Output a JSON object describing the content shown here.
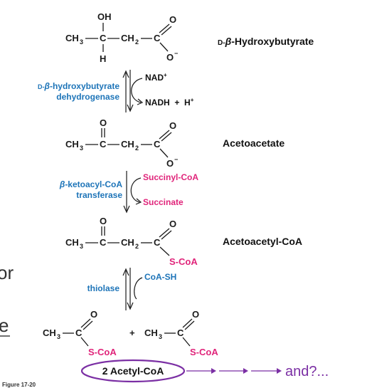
{
  "molecules": {
    "hydroxybutyrate": {
      "name_prefix": "D-",
      "name_beta": "β",
      "name_rest": "-Hydroxybutyrate",
      "ch3": "CH",
      "ch3_sub": "3",
      "ch2": "CH",
      "ch2_sub": "2",
      "c": "C",
      "oh": "OH",
      "h": "H",
      "o": "O",
      "o_minus": "O",
      "charge": "−"
    },
    "acetoacetate": {
      "name": "Acetoacetate",
      "ch3": "CH",
      "ch3_sub": "3",
      "ch2": "CH",
      "ch2_sub": "2",
      "c": "C",
      "o": "O",
      "o_minus": "O",
      "charge": "−"
    },
    "acetoacetyl_coa": {
      "name": "Acetoacetyl-CoA",
      "ch3": "CH",
      "ch3_sub": "3",
      "ch2": "CH",
      "ch2_sub": "2",
      "c": "C",
      "o": "O",
      "scoa": "S-CoA"
    },
    "acetyl_coa": {
      "ch3": "CH",
      "ch3_sub": "3",
      "c": "C",
      "o": "O",
      "scoa": "S-CoA",
      "plus": "+"
    }
  },
  "steps": {
    "step1": {
      "enzyme_line1_prefix": "D-",
      "enzyme_line1_beta": "β",
      "enzyme_line1_rest": "-hydroxybutyrate",
      "enzyme_line2": "dehydrogenase",
      "cofactor_in": "NAD",
      "cofactor_in_sup": "+",
      "cofactor_out": "NADH  +  H",
      "cofactor_out_sup": "+"
    },
    "step2": {
      "enzyme_line1_beta": "β",
      "enzyme_line1_rest": "-ketoacyl-CoA",
      "enzyme_line2": "transferase",
      "cofactor_in": "Succinyl-CoA",
      "cofactor_out": "Succinate"
    },
    "step3": {
      "enzyme": "thiolase",
      "cofactor_in": "CoA-SH"
    }
  },
  "product": {
    "label": "2 Acetyl-CoA",
    "question": "and?..."
  },
  "side_glyphs": {
    "top": "or",
    "bottom": "e"
  },
  "figure_label": "Figure 17-20",
  "colors": {
    "enzyme": "#1d74b8",
    "highlight": "#e0247a",
    "accent": "#7b2fa4"
  }
}
